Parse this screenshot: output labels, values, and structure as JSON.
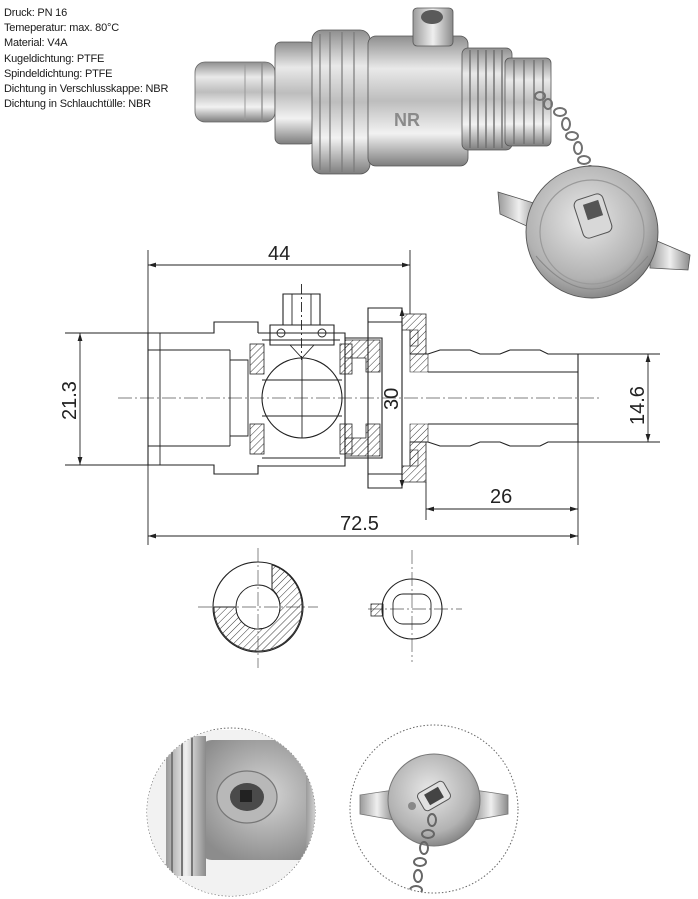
{
  "specs": [
    "Druck: PN 16",
    "Temeperatur: max. 80°C",
    "Material: V4A",
    "Kugeldichtung: PTFE",
    "Spindeldichtung: PTFE",
    "Dichtung in Verschlusskappe: NBR",
    "Dichtung in Schlauchtülle: NBR"
  ],
  "dimensions": {
    "d44": "44",
    "d21_3": "21.3",
    "d30": "30",
    "d14_6": "14.6",
    "d26": "26",
    "d72_5": "72.5"
  },
  "product_marking": "NR"
}
